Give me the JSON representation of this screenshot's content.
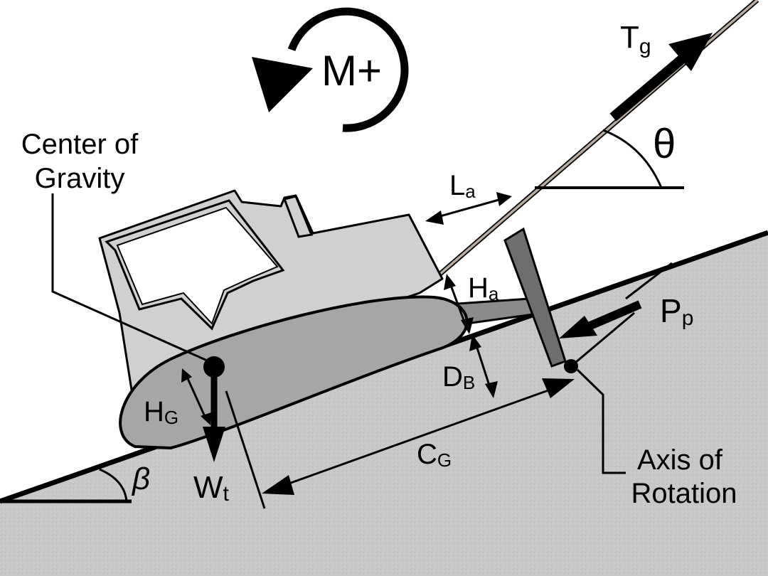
{
  "labels": {
    "moment": "M+",
    "tension_main": "T",
    "tension_sub": "g",
    "angle_theta": "θ",
    "cog_line1": "Center of",
    "cog_line2": "Gravity",
    "la_main": "L",
    "la_sub": "a",
    "ha_main": "H",
    "ha_sub": "a",
    "pp_main": "P",
    "pp_sub": "p",
    "db_main": "D",
    "db_sub": "B",
    "hg_main": "H",
    "hg_sub": "G",
    "cg_main": "C",
    "cg_sub": "G",
    "wt_main": "W",
    "wt_sub": "t",
    "beta": "β",
    "axis_line1": "Axis of",
    "axis_line2": "Rotation"
  },
  "colors": {
    "ground": "#c8c8c8",
    "ground_speckle": "#b4b4b4",
    "body": "#d0d0d0",
    "track": "#a6a6a6",
    "blade": "#6e6e6e",
    "arm": "#8a8a8a",
    "cable": "#b8ad9e",
    "ink": "#000000"
  }
}
